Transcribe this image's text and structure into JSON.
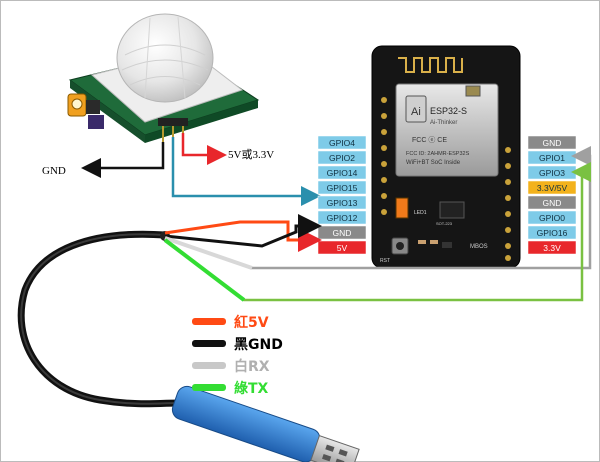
{
  "pir_sensor": {
    "gnd_label": "GND",
    "power_label": "5V或3.3V"
  },
  "esp32_board": {
    "module_name": "ESP32-S",
    "module_brand": "Ai-Thinker",
    "module_cert": "FCC ID: 2AHMR-ESP32S",
    "module_desc": "WiFi+BT SoC Inside",
    "led_label": "LED1",
    "rst_label": "RST",
    "mbos_label": "MBOS",
    "chip_code": "SOT-223",
    "left_pins": [
      "GPIO4",
      "GPIO2",
      "GPIO14",
      "GPIO15",
      "GPIO13",
      "GPIO12",
      "GND",
      "5V"
    ],
    "right_pins": [
      "GND",
      "GPIO1",
      "GPIO3",
      "3.3V/5V",
      "GND",
      "GPIO0",
      "GPIO16",
      "3.3V"
    ]
  },
  "legend": [
    {
      "label": "紅5V",
      "color": "#ff4a14"
    },
    {
      "label": "黑GND",
      "color": "#111111"
    },
    {
      "label": "白RX",
      "color": "#c8c8c8"
    },
    {
      "label": "綠TX",
      "color": "#33dd33"
    }
  ],
  "colors": {
    "pin_gpio": "#7ecbe8",
    "pin_gnd": "#8a8a8a",
    "pin_power": "#e8272b",
    "pin_33v5v": "#f3b21c",
    "wire_signal": "#2a8fad",
    "wire_rx": "#a0a0a0",
    "wire_tx": "#7ac142",
    "usb_blue": "#2f7fd6"
  }
}
